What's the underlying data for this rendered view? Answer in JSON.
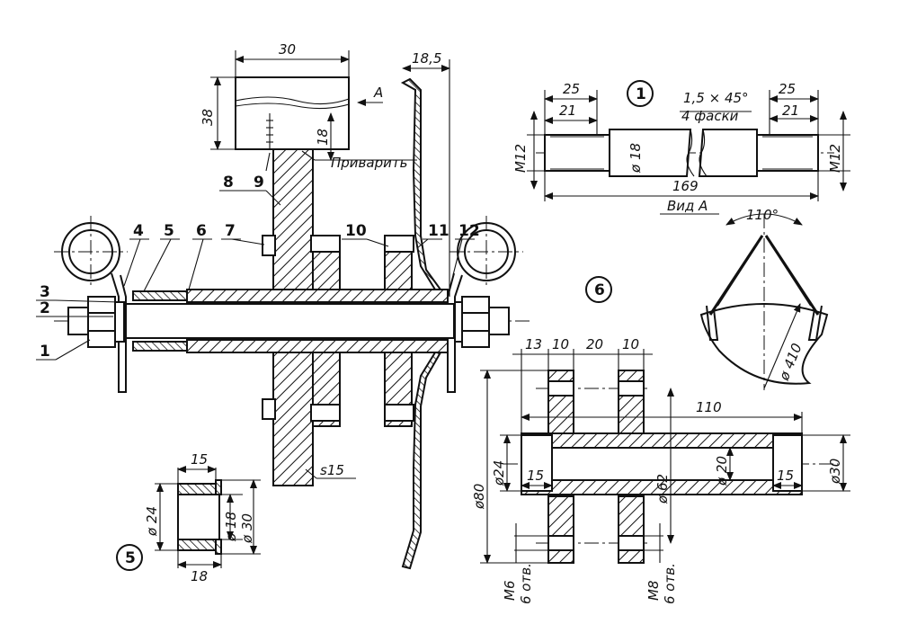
{
  "labels": {
    "part1": "1",
    "part2": "2",
    "part3": "3",
    "part4": "4",
    "part5": "5",
    "part6": "6",
    "part7": "7",
    "part8": "8",
    "part9": "9",
    "part10": "10",
    "part11": "11",
    "part12": "12"
  },
  "circled": {
    "axle": "1",
    "view6": "6",
    "bush5": "5"
  },
  "notes": {
    "weld": "Приварить",
    "view_a_arrow": "A",
    "view_a": "Вид A",
    "chamfers": "4 фаски",
    "chamfer_size": "1,5 × 45°",
    "plate": "s15"
  },
  "dims_top": {
    "width30": "30",
    "height38": "38",
    "d18": "18",
    "offset18_5": "18,5"
  },
  "dims_axle": {
    "l25_left": "25",
    "l21_left": "21",
    "l25_right": "25",
    "l21_right": "21",
    "total169": "169",
    "dia18": "ø 18",
    "m12_left": "M12",
    "m12_right": "M12"
  },
  "dims_view6": {
    "angle": "110°",
    "dia410": "ø 410"
  },
  "dims_hub": {
    "w13": "13",
    "w10a": "10",
    "w20": "20",
    "w10b": "10",
    "len110": "110",
    "dia80": "ø80",
    "dia24": "ø24",
    "dia62": "ø 62",
    "dia20": "ø 20",
    "dia30": "ø30",
    "depth15_left": "15",
    "depth15_right": "15",
    "holes_m6": "M6",
    "holes_m6_count": "6 отв.",
    "holes_m8": "M8",
    "holes_m8_count": "6 отв."
  },
  "dims_bush": {
    "w15": "15",
    "w18": "18",
    "dia24": "ø 24",
    "dia18": "ø 18",
    "dia30": "ø 30"
  }
}
